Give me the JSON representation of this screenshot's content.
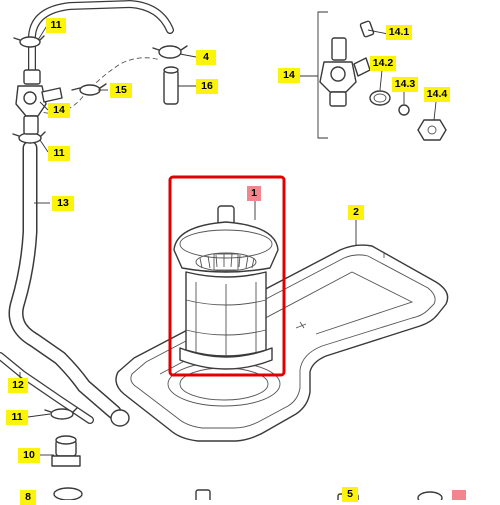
{
  "labels": {
    "l1": "1",
    "l2": "2",
    "l4": "4",
    "l5": "5",
    "l8": "8",
    "l10": "10",
    "l11a": "11",
    "l11b": "11",
    "l11c": "11",
    "l12": "12",
    "l13": "13",
    "l14a": "14",
    "l14b": "14",
    "l141": "14.1",
    "l142": "14.2",
    "l143": "14.3",
    "l144": "14.4",
    "l15": "15",
    "l16": "16"
  },
  "colors": {
    "label_bg": "#fbf30b",
    "highlight_label_bg": "#f2868e",
    "highlight_frame": "#e00000"
  }
}
